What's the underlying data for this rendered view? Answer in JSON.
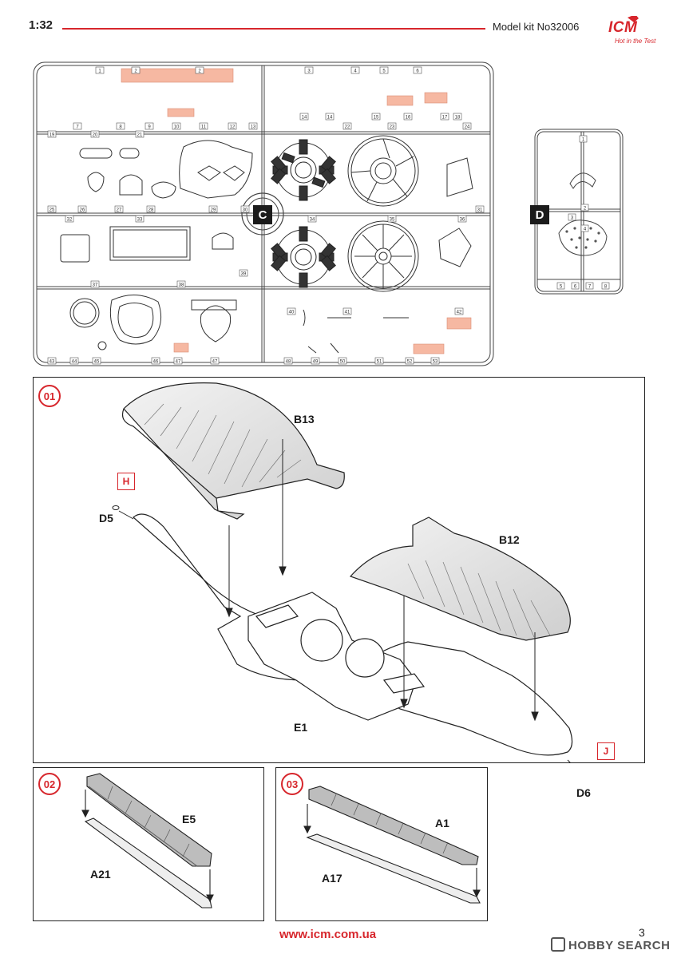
{
  "header": {
    "scale": "1:32",
    "kit_label": "Model kit No32006",
    "brand": "ICM",
    "brand_tagline": "Hot in the Test"
  },
  "sprues": [
    {
      "letter": "C"
    },
    {
      "letter": "D"
    }
  ],
  "sprue_c_numbers": [
    "1",
    "2",
    "2",
    "3",
    "4",
    "5",
    "6",
    "7",
    "8",
    "9",
    "10",
    "11",
    "12",
    "13",
    "14",
    "14",
    "15",
    "16",
    "17",
    "18",
    "19",
    "20",
    "21",
    "22",
    "23",
    "24",
    "25",
    "26",
    "27",
    "28",
    "29",
    "30",
    "31",
    "32",
    "33",
    "34",
    "35",
    "36",
    "37",
    "38",
    "39",
    "40",
    "41",
    "42",
    "43",
    "44",
    "45",
    "46",
    "47",
    "47",
    "48",
    "49",
    "50",
    "51",
    "52",
    "53"
  ],
  "sprue_d_numbers": [
    "1",
    "2",
    "3",
    "4",
    "5",
    "6",
    "7",
    "8"
  ],
  "steps": [
    {
      "number": "01",
      "parts": [
        "B13",
        "B12",
        "D5",
        "D6",
        "E1"
      ],
      "paint_markers": [
        "H",
        "J"
      ]
    },
    {
      "number": "02",
      "parts": [
        "E5",
        "A21"
      ]
    },
    {
      "number": "03",
      "parts": [
        "A1",
        "A17"
      ]
    }
  ],
  "footer": {
    "website": "www.icm.com.ua",
    "page_number": "3",
    "watermark": "HOBBY SEARCH"
  },
  "colors": {
    "accent_red": "#d7262c",
    "removed_part_highlight": "#f6b8a2",
    "line": "#222222"
  }
}
